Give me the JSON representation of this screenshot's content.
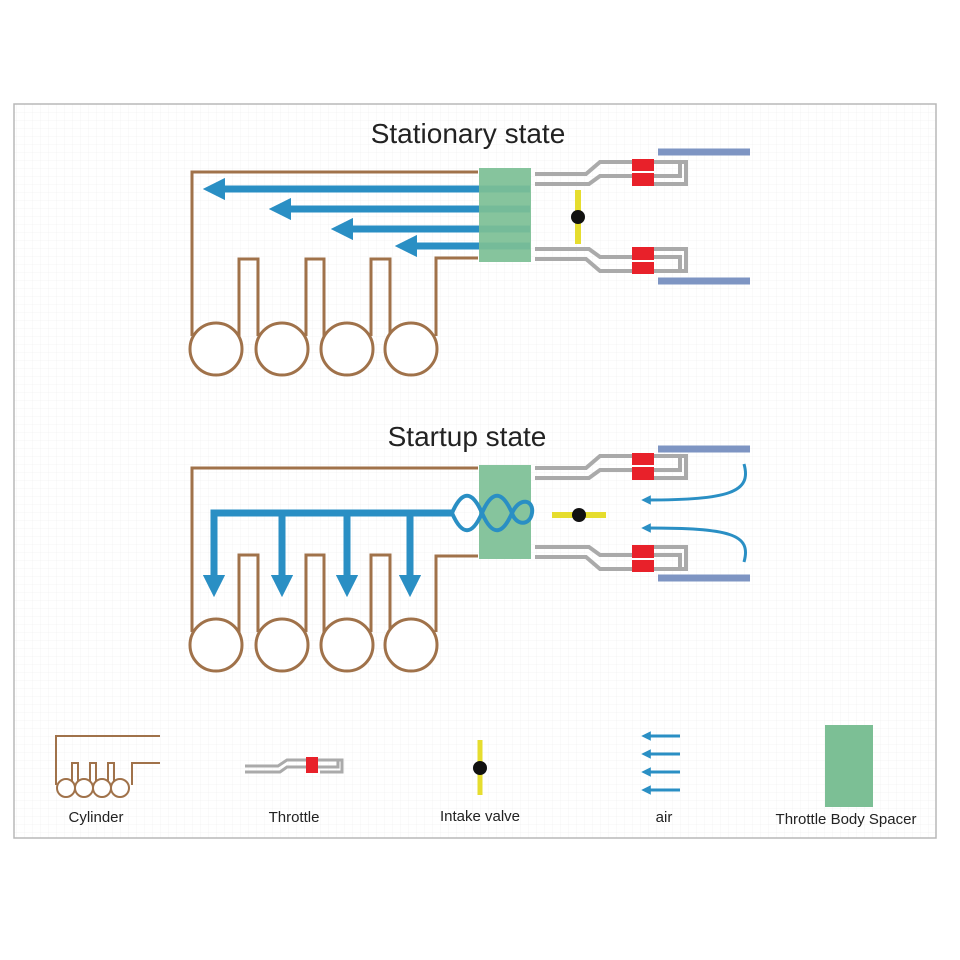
{
  "diagram": {
    "stationary_title": "Stationary state",
    "startup_title": "Startup state"
  },
  "legend": {
    "cylinder": "Cylinder",
    "throttle": "Throttle",
    "intake_valve": "Intake valve",
    "air": "air",
    "spacer": "Throttle Body Spacer"
  },
  "colors": {
    "manifold": "#A0724A",
    "air": "#2A8FC4",
    "spacer": "#7CBF95",
    "throttle": "#AAAAAA",
    "throttle_band": "#E8212A",
    "duct": "#7E95C3",
    "valve": "#E6DD2E",
    "valve_pivot": "#111111"
  }
}
